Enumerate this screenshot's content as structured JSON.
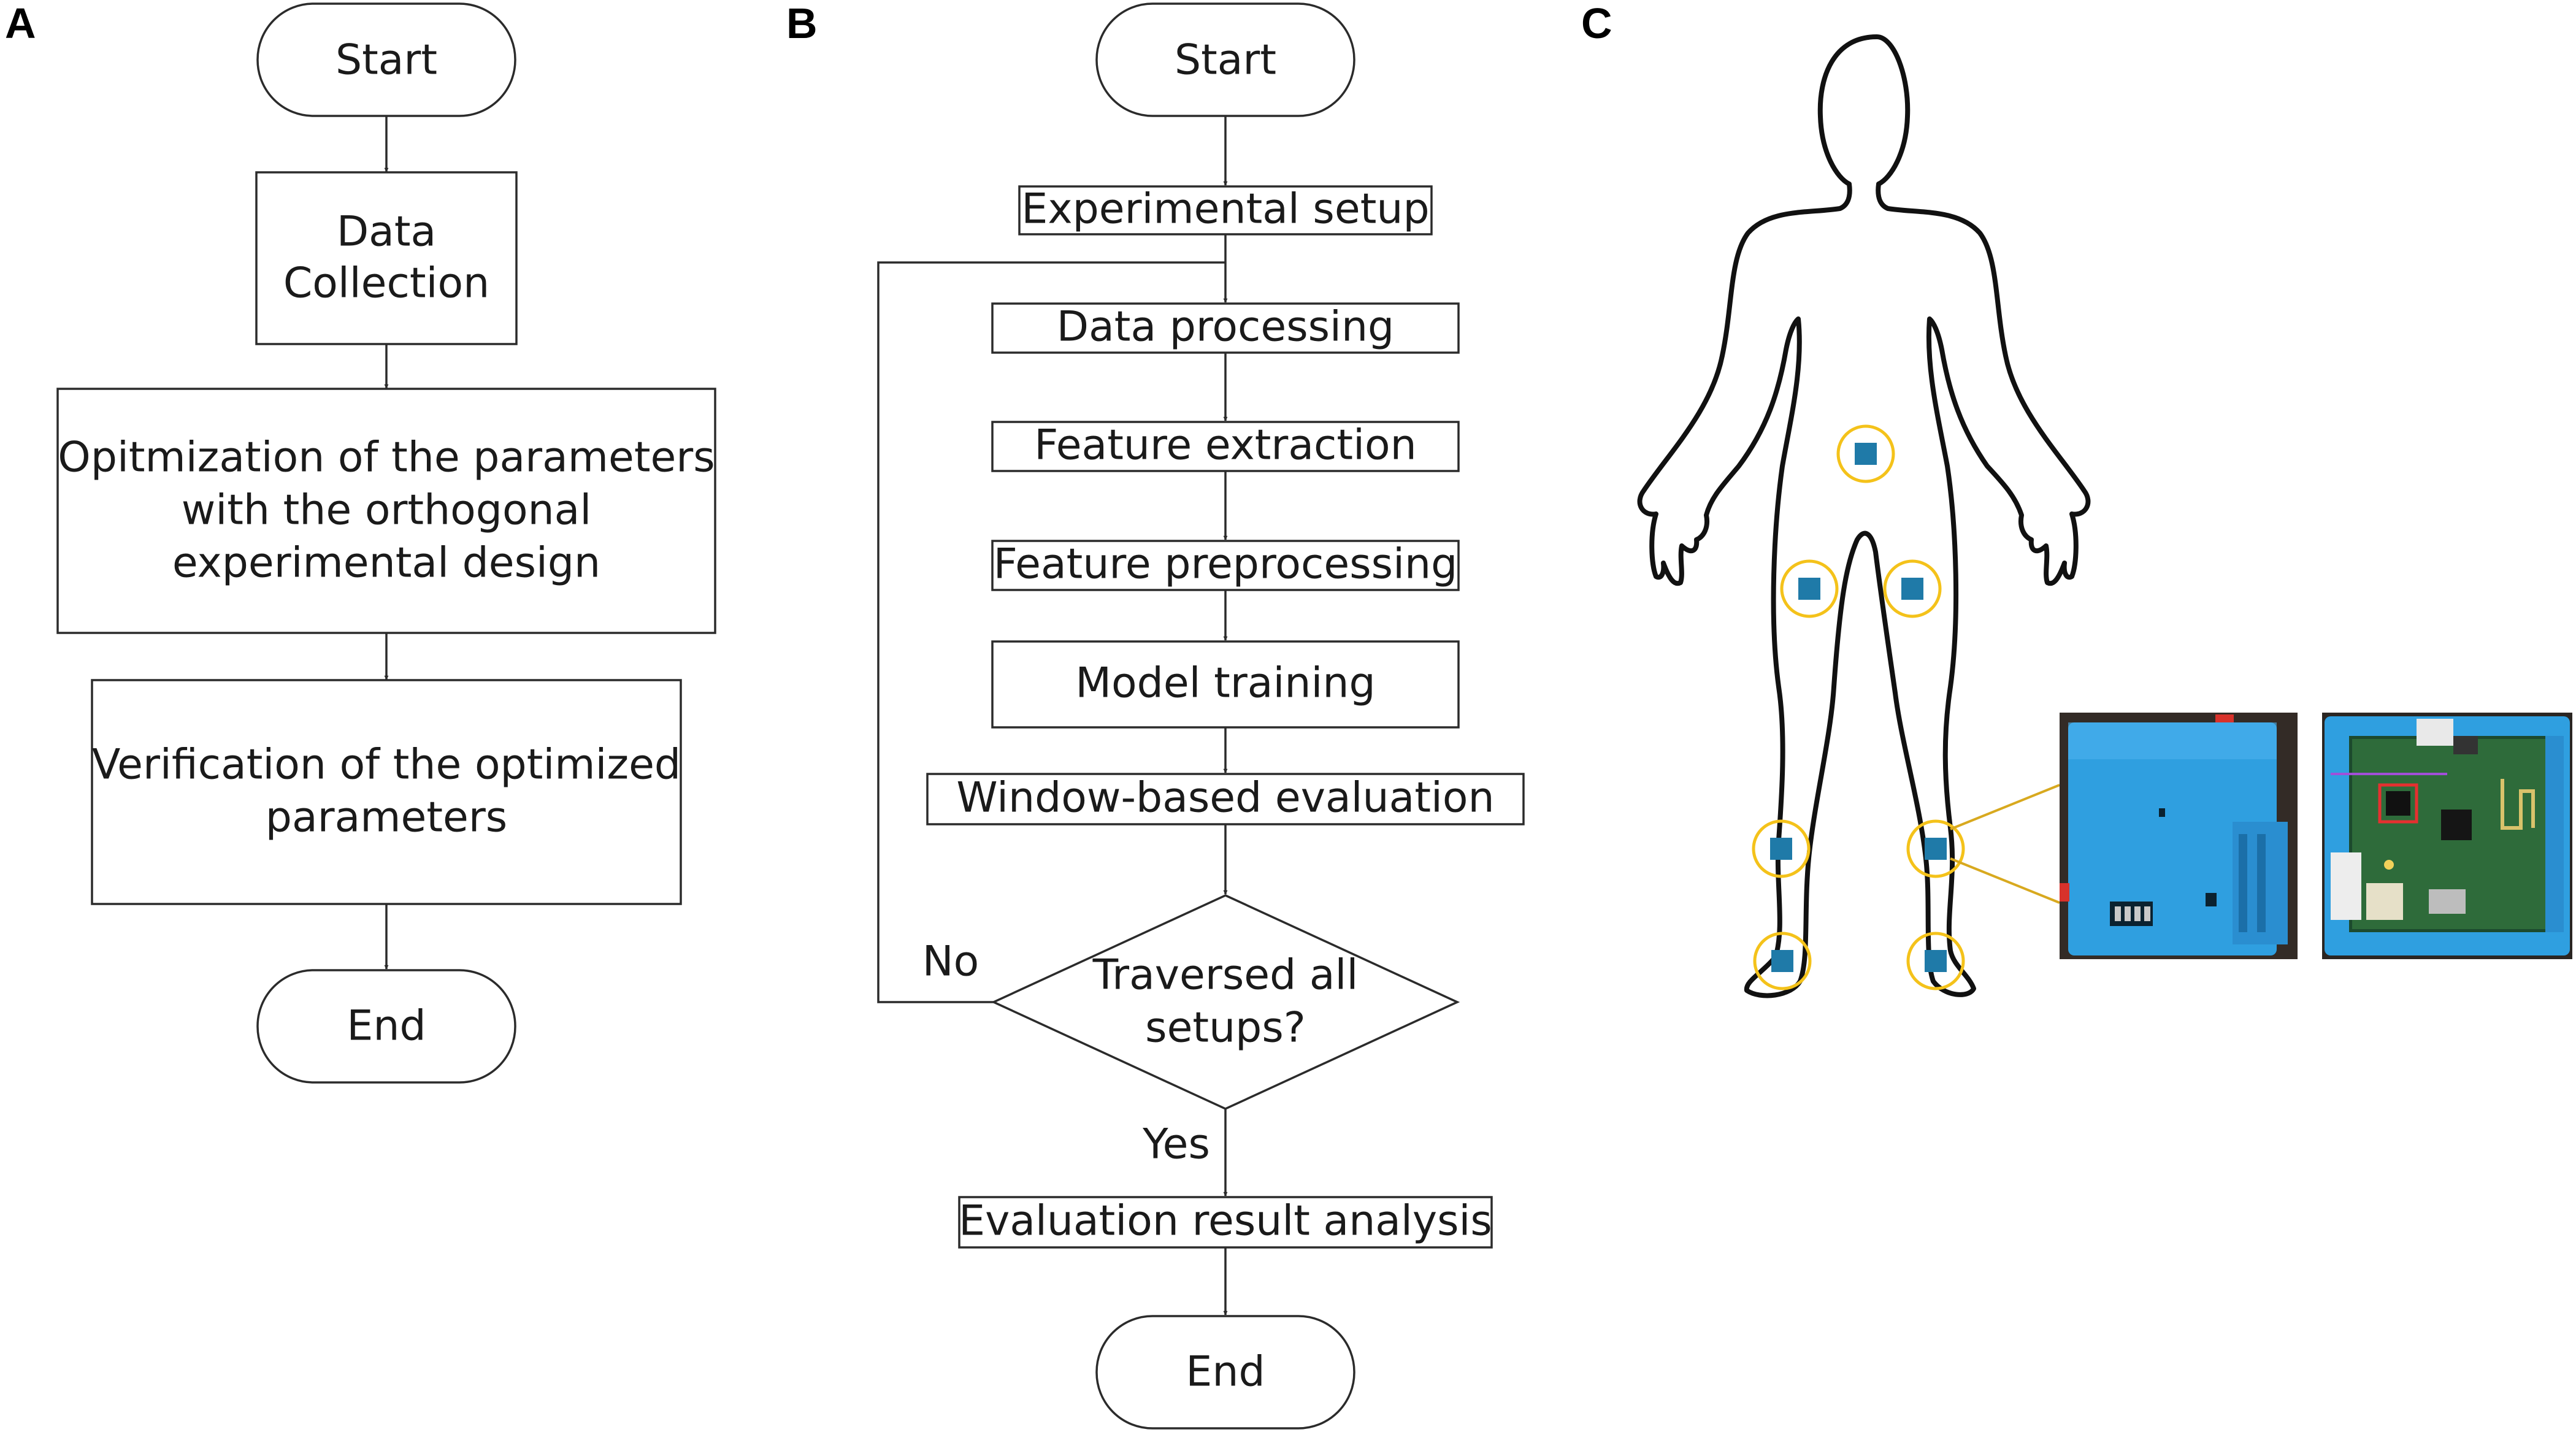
{
  "panels": {
    "a": {
      "letter": "A",
      "start": "Start",
      "data_collection": [
        "Data",
        "Collection"
      ],
      "optimization": [
        "Opitmization of the parameters",
        "with the orthogonal",
        "experimental design"
      ],
      "verification": [
        "Verification of the optimized",
        "parameters"
      ],
      "end": "End"
    },
    "b": {
      "letter": "B",
      "start": "Start",
      "experimental_setup": "Experimental setup",
      "data_processing": "Data processing",
      "feature_extraction": "Feature extraction",
      "feature_preprocessing": "Feature preprocessing",
      "model_training": "Model training",
      "window_evaluation": "Window-based evaluation",
      "decision": [
        "Traversed all",
        "setups?"
      ],
      "no_label": "No",
      "yes_label": "Yes",
      "result_analysis": "Evaluation result analysis",
      "end": "End"
    },
    "c": {
      "letter": "C",
      "sensor_count": 7,
      "sensor_color": "#1f7aa8",
      "ring_color": "#f4c21a",
      "device_enclosure_color": "#2f9fe0"
    }
  }
}
